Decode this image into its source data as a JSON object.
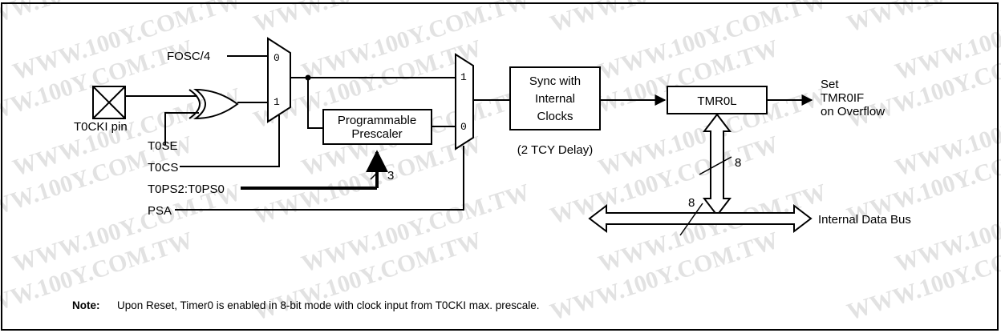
{
  "watermark": "WWW.100Y.COM.TW",
  "inputs": {
    "fosc": "FOSC/4",
    "pin": "T0CKI pin",
    "t0se": "T0SE",
    "t0cs": "T0CS",
    "t0ps": "T0PS2:T0PS0",
    "psa": "PSA"
  },
  "mux1": {
    "in0": "0",
    "in1": "1"
  },
  "mux2": {
    "in1": "1",
    "in0": "0"
  },
  "prescaler": {
    "line1": "Programmable",
    "line2": "Prescaler"
  },
  "prescaler_bus_width": "3",
  "sync": {
    "line1": "Sync with",
    "line2": "Internal",
    "line3": "Clocks",
    "delay": "(2 TCY Delay)"
  },
  "tmr0l": "TMR0L",
  "output": {
    "line1": "Set",
    "line2": "TMR0IF",
    "line3": "on Overflow"
  },
  "tmr_bus_width": "8",
  "data_bus_width": "8",
  "data_bus": "Internal Data Bus",
  "note": {
    "label": "Note:",
    "text": "Upon Reset, Timer0 is enabled in 8-bit mode with clock input from T0CKI max. prescale."
  }
}
